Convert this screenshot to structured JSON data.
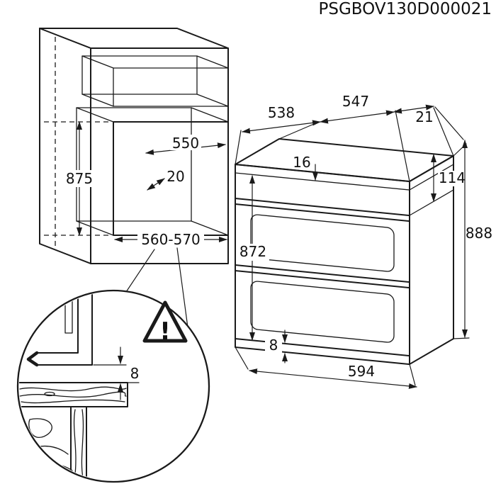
{
  "doc": {
    "part_number": "PSGBOV130D000021"
  },
  "cabinet": {
    "height": "875",
    "depth": "550",
    "rear_gap": "20",
    "width": "560-570"
  },
  "oven": {
    "depth_body": "538",
    "depth_total": "547",
    "door_thickness": "21",
    "top_lip": "16",
    "panel_height": "114",
    "body_height": "872",
    "total_height": "888",
    "bottom_gap": "8",
    "width": "594"
  },
  "detail": {
    "gap": "8",
    "warning_mark": "!"
  },
  "colors": {
    "line": "#1a1a1a",
    "background": "#ffffff"
  }
}
